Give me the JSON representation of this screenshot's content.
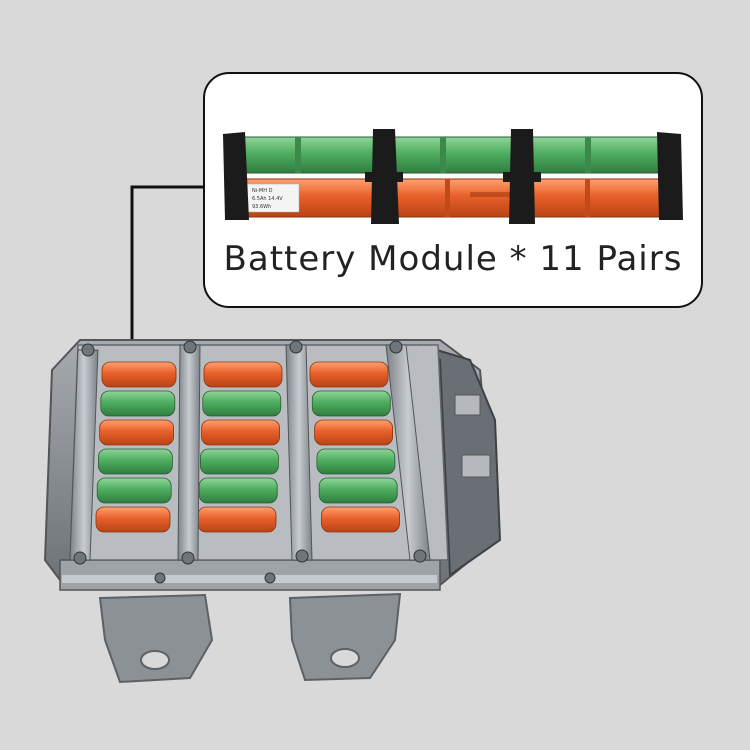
{
  "callout": {
    "caption": "Battery Module * 11 Pairs",
    "label_lines": [
      "Ni-MH D",
      "6.5Ah 14.4V",
      "93.6Wh"
    ]
  },
  "colors": {
    "background": "#d9d9d9",
    "cell_green": "#4fae5f",
    "cell_orange": "#e8602a",
    "frame_metal": "#9aa0a6",
    "clamp_black": "#1b1b1b",
    "connector_line": "#111111"
  },
  "pack": {
    "columns": 3,
    "rows": [
      {
        "color": "orange"
      },
      {
        "color": "green"
      },
      {
        "color": "orange"
      },
      {
        "color": "green"
      },
      {
        "color": "green"
      },
      {
        "color": "orange"
      }
    ]
  }
}
